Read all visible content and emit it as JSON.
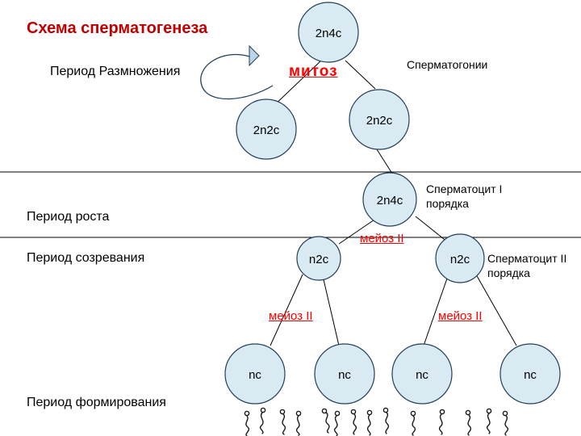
{
  "title": "Схема сперматогенеза",
  "periods": {
    "reproduction": "Период Размножения",
    "growth": "Период роста",
    "maturation": "Период созревания",
    "formation": "Период формирования"
  },
  "labels": {
    "mitosis": "митоз",
    "spermatogonia": "Сперматогонии",
    "spermatocyte1_line1": "Сперматоцит I",
    "spermatocyte1_line2": "порядка",
    "spermatocyte2_line1": "Сперматоцит II",
    "spermatocyte2_line2": "порядка",
    "meiosis_top": "мейоз II",
    "meiosis_left": "мейоз II",
    "meiosis_right": "мейоз II"
  },
  "nodes": {
    "top": "2n4c",
    "mid_left": "2n2c",
    "mid_right": "2n2c",
    "growth": "2n4c",
    "mat_left": "n2c",
    "mat_right": "n2c",
    "nc1": "nc",
    "nc2": "nc",
    "nc3": "nc",
    "nc4": "nc"
  },
  "colors": {
    "node_fill": "#d9eaf2",
    "node_stroke": "#1f3f5c",
    "accent_red": "#ff0000",
    "title_red": "#c00000",
    "arrow_fill": "#bcd3e8"
  }
}
